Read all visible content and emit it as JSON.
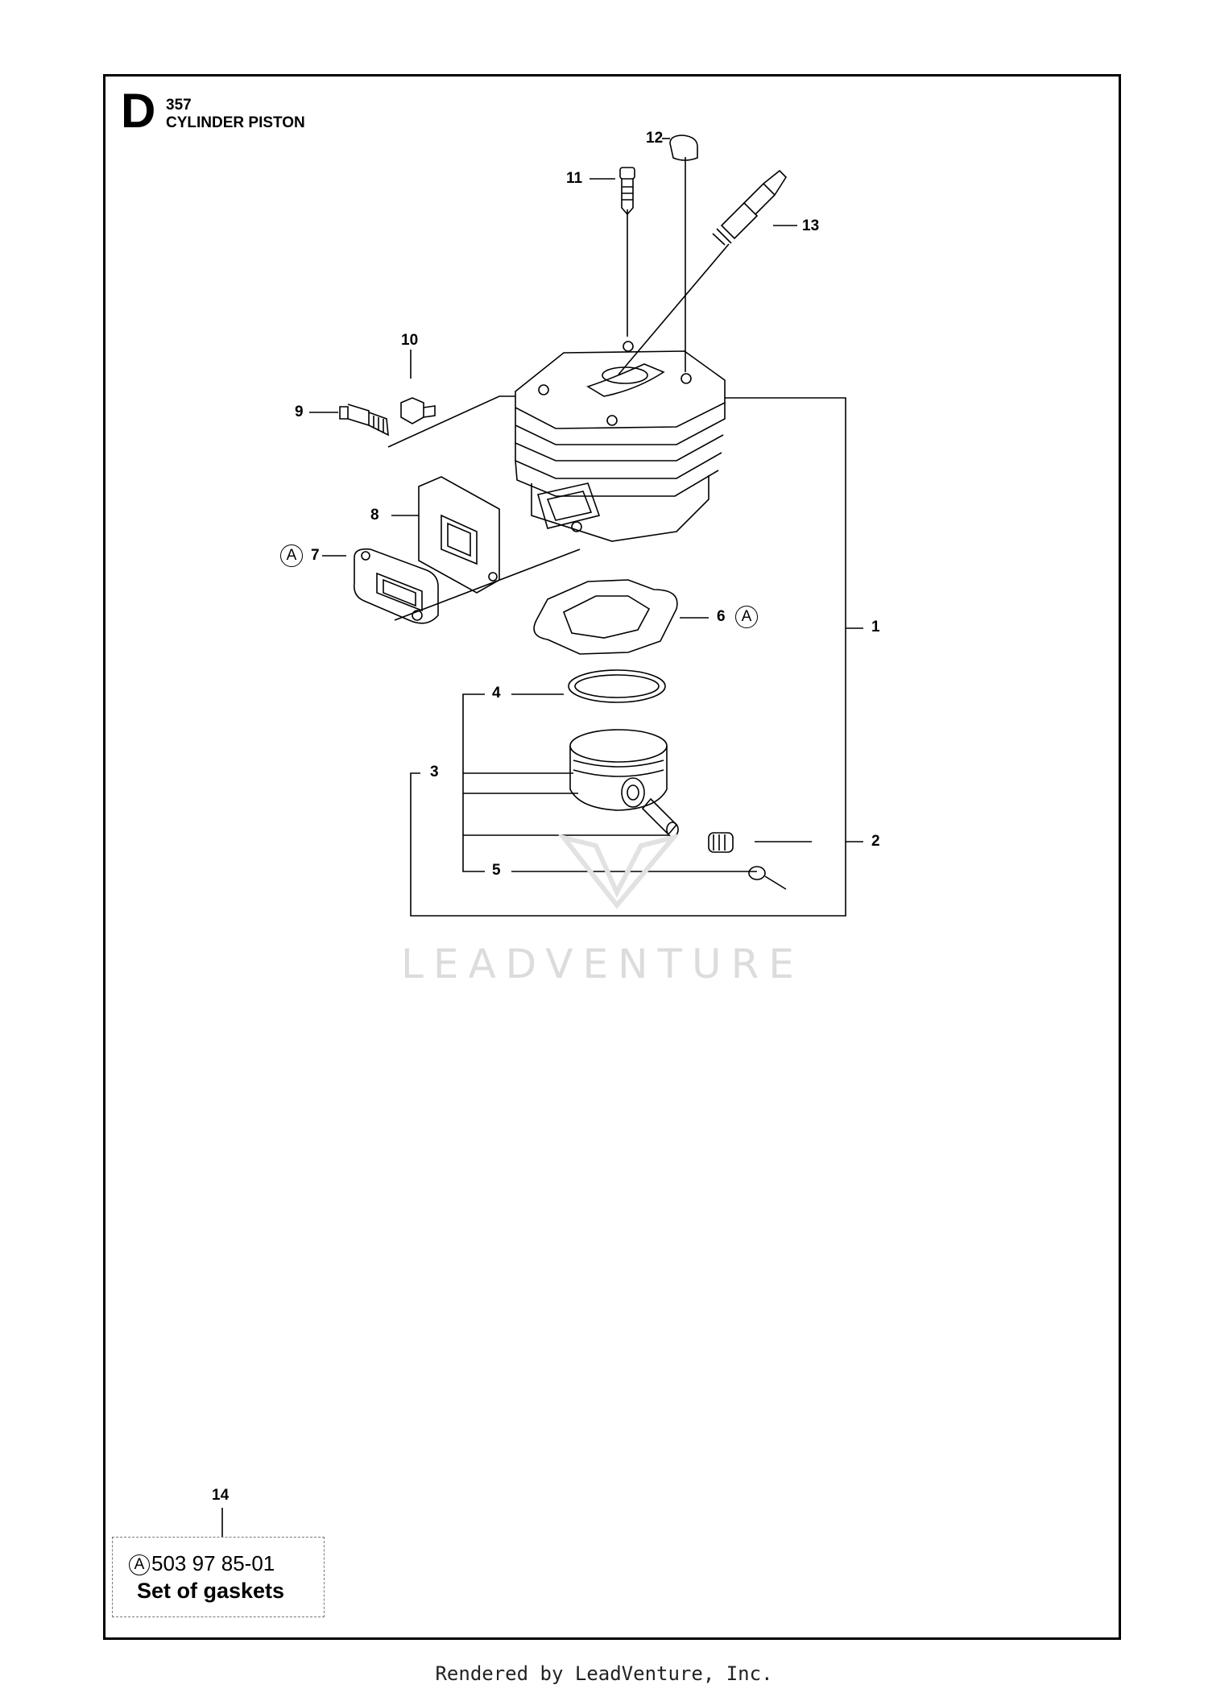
{
  "section": {
    "letter": "D",
    "model": "357",
    "title": "CYLINDER PISTON"
  },
  "callouts": [
    "1",
    "2",
    "3",
    "4",
    "5",
    "6",
    "7",
    "8",
    "9",
    "10",
    "11",
    "12",
    "13",
    "14"
  ],
  "gasket_marker": "A",
  "kit": {
    "marker": "A",
    "part_number": "503 97 85-01",
    "description": "Set of gaskets"
  },
  "watermark": "LEADVENTURE",
  "footer": "Rendered by LeadVenture, Inc."
}
